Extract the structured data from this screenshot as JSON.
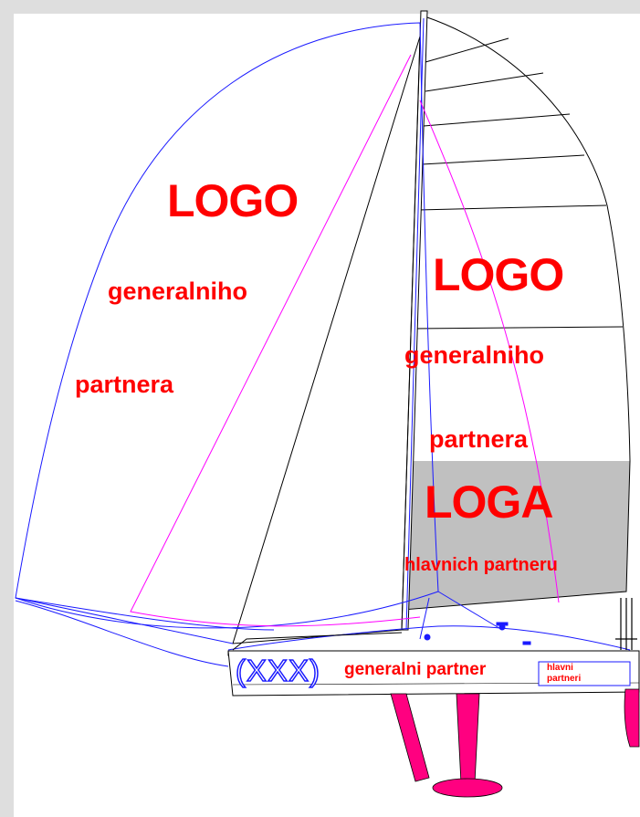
{
  "spinnaker": {
    "logo": "LOGO",
    "line1": "generalniho",
    "line2": "partnera"
  },
  "mainsail": {
    "logo": "LOGO",
    "line1": "generalniho",
    "line2": "partnera",
    "band_logo": "LOGA",
    "band_line": "hlavnich partneru"
  },
  "hull": {
    "number": "XXX",
    "partner": "generalni partner",
    "small_line1": "hlavni",
    "small_line2": "partneri"
  },
  "colors": {
    "text": "#ff0000",
    "spinnaker_outline": "#1a1aff",
    "magenta_line": "#ff00ff",
    "fin": "#ff0080",
    "band": "#c0c0c0"
  }
}
